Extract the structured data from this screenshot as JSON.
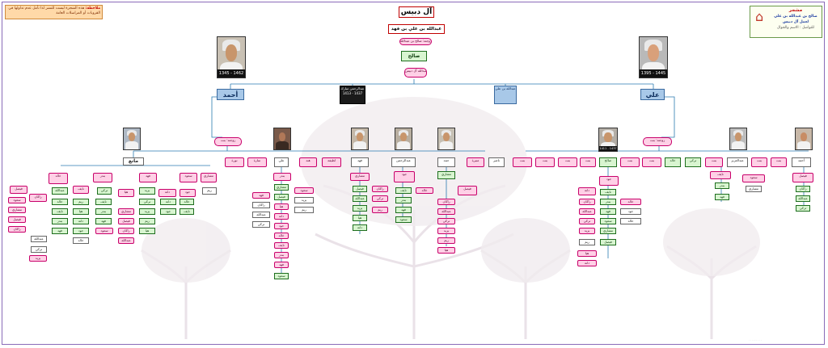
{
  "title": "آل دبيس",
  "subtitle": "عبدالله بن علي بن فهد",
  "note": {
    "label": "ملاحظة:",
    "text": "هذه الشجرة ليست للنشر لذا تأمل عدم تداولها في القروبات أو المراسلات العامة"
  },
  "credit": {
    "line1": "مشجر",
    "line2": "صالح بن عبدالله بن علي",
    "line3": "لعمل آل دبيس",
    "line4": "للتواصل : الاسم والجوال"
  },
  "footer_text": "· · · · · · · · ·",
  "colors": {
    "frame": "#8a6bb8",
    "line": "#2a7ab0",
    "pink": "#ffd0e6",
    "green": "#d8f5d0",
    "blue": "#a8c8e8"
  },
  "root": {
    "name": "صالح",
    "wife_top": "زوجته: صالح بن عبدالله",
    "wife_bottom": "زوجته: نورة بنت عبدالله آل دبيس"
  },
  "photos": {
    "left_top_dates": "1345 - 1462",
    "right_top_dates": "1395 - 1445",
    "center_dates": "1413 - 1437",
    "mid_dates": "1411 - 1437"
  },
  "gen1": {
    "ahmad": "أحمد",
    "ali": "علي",
    "mid_left": "عبدالرحمن مبارك",
    "mid_right": "عبدالله بن علي"
  },
  "gen2": {
    "mani": "مانع",
    "fahd": "فهد",
    "abdulrahman": "عبدالرحمن",
    "hamad": "حمد",
    "ali2": "علي",
    "saleh2": "صالح",
    "abdullah2": "عبدالله",
    "mohammed": "محمد",
    "ahmad2": "أحمد",
    "sultan": "سلطان",
    "nasser": "ناصر",
    "khalid": "خالد",
    "turki": "تركي",
    "saad": "سعد",
    "faisal": "فيصل",
    "majed": "ماجد",
    "nora": "نورة",
    "sara": "سارة",
    "hind": "هند",
    "latifa": "لطيفة",
    "munira": "منيرة",
    "abdulaziz": "عبدالعزيز"
  },
  "small_labels": {
    "wife": "زوجته",
    "son": "ابن",
    "daughter": "بنت",
    "mother": "أمه",
    "his_wife": "زوجته: بنت",
    "son_of": "بن",
    "x1": "خالد",
    "x2": "نايف",
    "x3": "بندر",
    "x4": "فهد",
    "x5": "سعود",
    "x6": "مشاري",
    "x7": "فيصل",
    "x8": "راكان",
    "x9": "عبدالله",
    "x10": "تركي",
    "x11": "يزيد",
    "x12": "ريم",
    "x13": "هيا",
    "x14": "دانة",
    "x15": "جود"
  }
}
